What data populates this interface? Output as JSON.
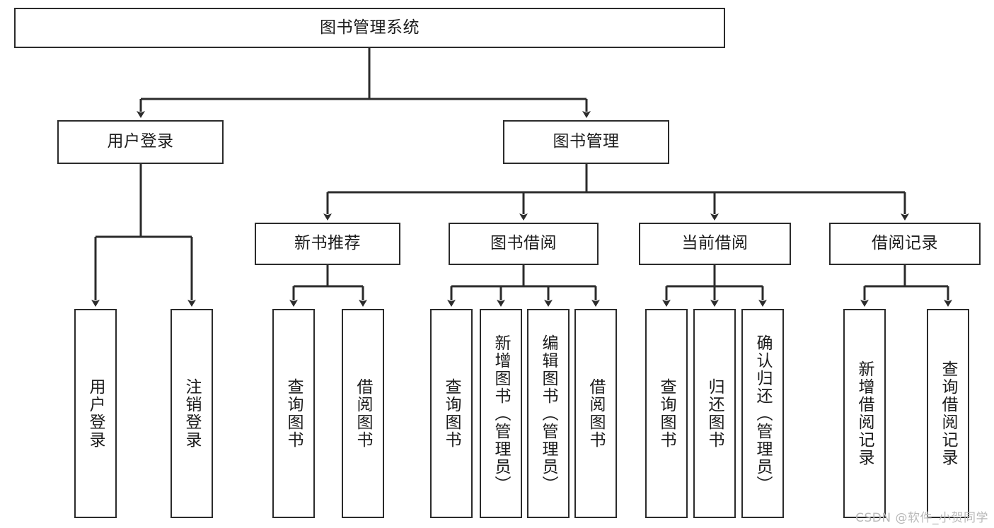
{
  "diagram": {
    "type": "hierarchy-tree",
    "title": "图书管理系统",
    "root": {
      "label": "图书管理系统"
    },
    "level2": [
      {
        "label": "用户登录"
      },
      {
        "label": "图书管理"
      }
    ],
    "level3": [
      {
        "label": "新书推荐"
      },
      {
        "label": "图书借阅"
      },
      {
        "label": "当前借阅"
      },
      {
        "label": "借阅记录"
      }
    ],
    "leaves": {
      "user_login": [
        {
          "label": "用户登录"
        },
        {
          "label": "注销登录"
        }
      ],
      "new_book_recommend": [
        {
          "label": "查询图书"
        },
        {
          "label": "借阅图书"
        }
      ],
      "book_borrow": [
        {
          "label": "查询图书"
        },
        {
          "label": "新增图书（管理员）"
        },
        {
          "label": "编辑图书（管理员）"
        },
        {
          "label": "借阅图书"
        }
      ],
      "current_borrow": [
        {
          "label": "查询图书"
        },
        {
          "label": "归还图书"
        },
        {
          "label": "确认归还（管理员）"
        }
      ],
      "borrow_record": [
        {
          "label": "新增借阅记录"
        },
        {
          "label": "查询借阅记录"
        }
      ]
    }
  },
  "watermark": {
    "text": "CSDN @软件_小贺同学"
  },
  "colors": {
    "stroke": "#2b2b2b",
    "background": "#ffffff",
    "text": "#1c1c1c",
    "watermark": "#b9b9b9"
  }
}
